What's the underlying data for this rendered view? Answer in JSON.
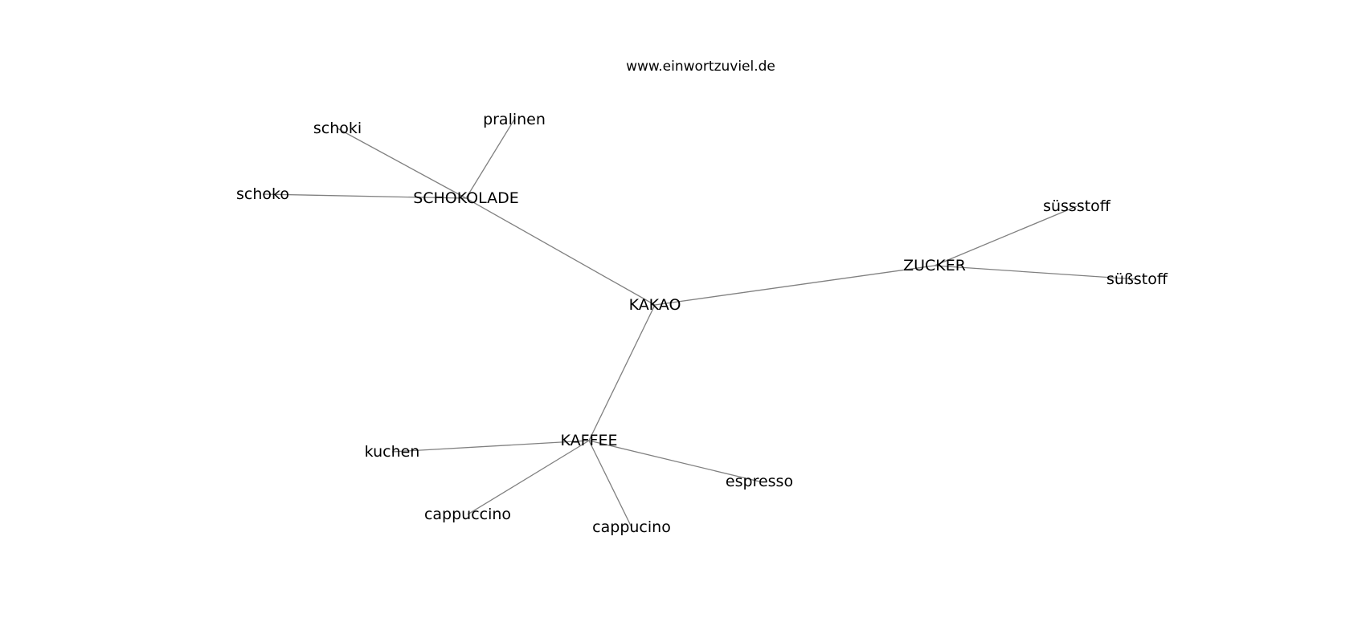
{
  "title": "www.einwortzuviel.de",
  "colors": {
    "edge": "#808080",
    "text": "#000000",
    "background": "#ffffff"
  },
  "nodes": [
    {
      "id": "kakao",
      "label": "KAKAO"
    },
    {
      "id": "schokolade",
      "label": "SCHOKOLADE"
    },
    {
      "id": "zucker",
      "label": "ZUCKER"
    },
    {
      "id": "kaffee",
      "label": "KAFFEE"
    },
    {
      "id": "schoki",
      "label": "schoki"
    },
    {
      "id": "pralinen",
      "label": "pralinen"
    },
    {
      "id": "schoko",
      "label": "schoko"
    },
    {
      "id": "suessstoff1",
      "label": "süssstoff"
    },
    {
      "id": "suessstoff2",
      "label": "süßstoff"
    },
    {
      "id": "kuchen",
      "label": "kuchen"
    },
    {
      "id": "espresso",
      "label": "espresso"
    },
    {
      "id": "cappuccino",
      "label": "cappuccino"
    },
    {
      "id": "cappucino",
      "label": "cappucino"
    }
  ],
  "edges": [
    {
      "source": "kakao",
      "target": "schokolade"
    },
    {
      "source": "kakao",
      "target": "zucker"
    },
    {
      "source": "kakao",
      "target": "kaffee"
    },
    {
      "source": "schokolade",
      "target": "schoki"
    },
    {
      "source": "schokolade",
      "target": "pralinen"
    },
    {
      "source": "schokolade",
      "target": "schoko"
    },
    {
      "source": "zucker",
      "target": "suessstoff1"
    },
    {
      "source": "zucker",
      "target": "suessstoff2"
    },
    {
      "source": "kaffee",
      "target": "kuchen"
    },
    {
      "source": "kaffee",
      "target": "espresso"
    },
    {
      "source": "kaffee",
      "target": "cappuccino"
    },
    {
      "source": "kaffee",
      "target": "cappucino"
    }
  ]
}
